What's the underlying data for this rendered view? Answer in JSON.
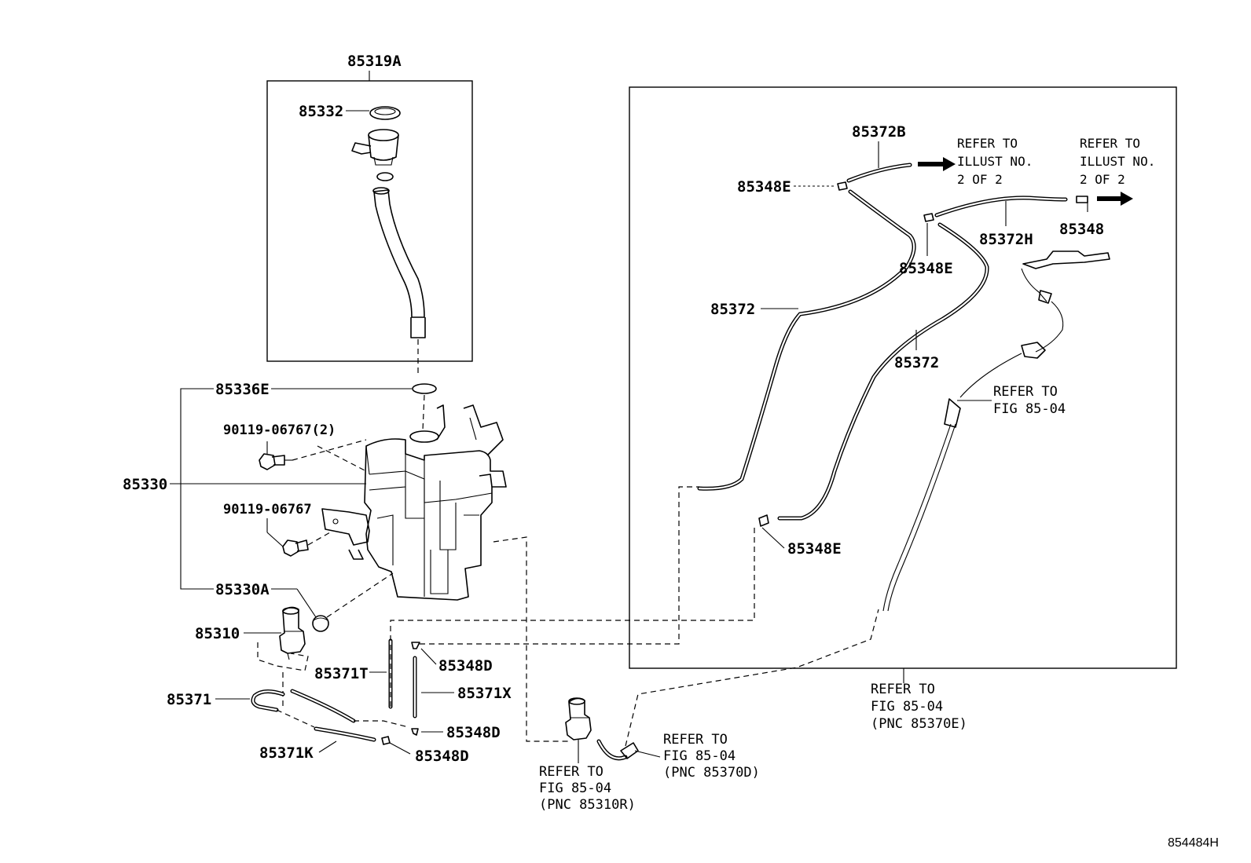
{
  "labels": {
    "p85319A": "85319A",
    "p85332": "85332",
    "p85336E": "85336E",
    "p90119_2": "90119-06767(2)",
    "p90119": "90119-06767",
    "p85330": "85330",
    "p85330A": "85330A",
    "p85310": "85310",
    "p85371T": "85371T",
    "p85348D_a": "85348D",
    "p85371X": "85371X",
    "p85348D_b": "85348D",
    "p85371": "85371",
    "p85371K": "85371K",
    "p85348D_c": "85348D",
    "p85372B": "85372B",
    "p85348E_a": "85348E",
    "p85372H": "85372H",
    "p85348": "85348",
    "p85348E_b": "85348E",
    "p85372_a": "85372",
    "p85372_b": "85372",
    "p85348E_c": "85348E",
    "drawing_no": "854484H"
  },
  "refs": {
    "refer_to": "REFER TO",
    "illust_no": "ILLUST NO.",
    "two_of_two": "2 OF 2",
    "fig": "FIG 85-04",
    "pnc_85370E": "(PNC 85370E)",
    "pnc_85310R": "(PNC 85310R)",
    "pnc_85370D": "(PNC 85370D)"
  }
}
